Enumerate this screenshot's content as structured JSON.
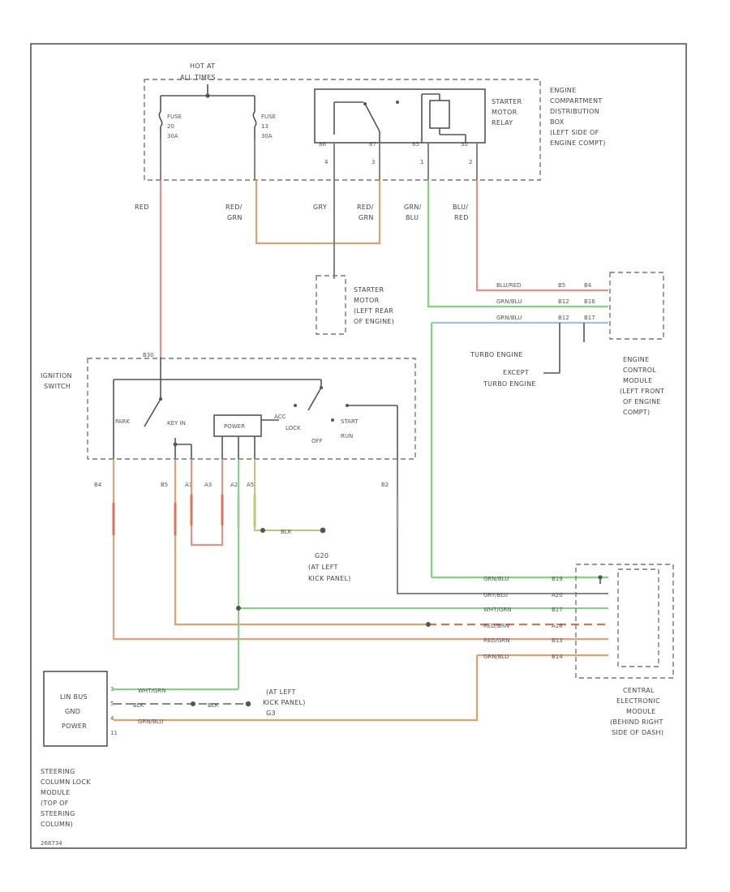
{
  "labels": {
    "hot_at": "HOT AT",
    "hot_at_sub": "ALL TIMES",
    "fuse_a": [
      "FUSE",
      "20",
      "30A"
    ],
    "fuse_b": [
      "FUSE",
      "13",
      "30A"
    ],
    "ecdb": [
      "ENGINE",
      "COMPARTMENT",
      "DISTRIBUTION",
      "BOX",
      "(LEFT SIDE OF",
      "ENGINE COMPT)"
    ],
    "starter_relay": [
      "STARTER",
      "MOTOR",
      "RELAY"
    ],
    "relay_pins": [
      "4",
      "3",
      "1",
      "2"
    ],
    "relay_pin_codes": [
      "86",
      "87",
      "85",
      "30"
    ],
    "wire_top_1": "RED",
    "wire_top_2": [
      "RED/",
      "GRN"
    ],
    "wire_top_3": "GRY",
    "wire_top_4": [
      "RED/",
      "GRN"
    ],
    "wire_top_5": [
      "GRN/",
      "BLU"
    ],
    "wire_top_6": [
      "BLU/",
      "RED"
    ],
    "starter_motor": [
      "STARTER",
      "MOTOR",
      "(LEFT REAR",
      "OF ENGINE)"
    ],
    "ecm_wires": [
      "BLU/RED",
      "GRN/BLU",
      "GRN/BLU"
    ],
    "ecm_pins": [
      "B5",
      "B12",
      "B12"
    ],
    "ecm_pins_b": [
      "B4",
      "B16",
      "B17"
    ],
    "turbo": "TURBO ENGINE",
    "except_turbo": [
      "EXCEPT",
      "TURBO ENGINE"
    ],
    "ecm": [
      "ENGINE",
      "CONTROL",
      "MODULE",
      "(LEFT FRONT",
      "OF ENGINE",
      "COMPT)"
    ],
    "ign_pin_top": "B30",
    "ignition_switch": [
      "IGNITION",
      "SWITCH"
    ],
    "ign_positions": [
      "KEY IN",
      "LOCK",
      "OFF",
      "START",
      "RUN",
      "ACC"
    ],
    "ign_latch": "PARK",
    "ign_pwr": "POWER",
    "ign_pins": [
      "B4",
      "B5",
      "A1",
      "A3",
      "A2",
      "A5",
      "B2"
    ],
    "g_pin": "B2",
    "ground_wire": "BLK",
    "ground1": [
      "G20",
      "(AT LEFT",
      "KICK PANEL)"
    ],
    "cem_wires": [
      "GRN/BLU",
      "GRY/BLU",
      "WHT/GRN",
      "RED/BRN",
      "RED/GRN",
      "GRN/BLU"
    ],
    "cem_pins": [
      "B19",
      "A20",
      "B17",
      "A18",
      "B13",
      "B14"
    ],
    "cem": [
      "CENTRAL",
      "ELECTRONIC",
      "MODULE",
      "(BEHIND RIGHT",
      "SIDE OF DASH)"
    ],
    "sclm_rows": [
      "LIN BUS",
      "GND",
      "POWER"
    ],
    "sclm_pins": [
      "3",
      "5",
      "4",
      "11"
    ],
    "sclm_wires": [
      "WHT/GRN",
      "BLK",
      "GRN/BLU"
    ],
    "ground2": [
      "(AT LEFT",
      "KICK PANEL)",
      "G3"
    ],
    "ground2_wire": "BLK",
    "sclm": [
      "STEERING",
      "COLUMN LOCK",
      "MODULE",
      "(TOP OF",
      "STEERING",
      "COLUMN)"
    ],
    "figure_id": "268734"
  },
  "colors": {
    "red": "#f08a8a",
    "orange": "#e0a070",
    "green": "#7fd67f",
    "blue": "#9fc2e6",
    "gray": "#777777",
    "red_brn": "#d9735a",
    "yellow_grn": "#b9c97a"
  }
}
